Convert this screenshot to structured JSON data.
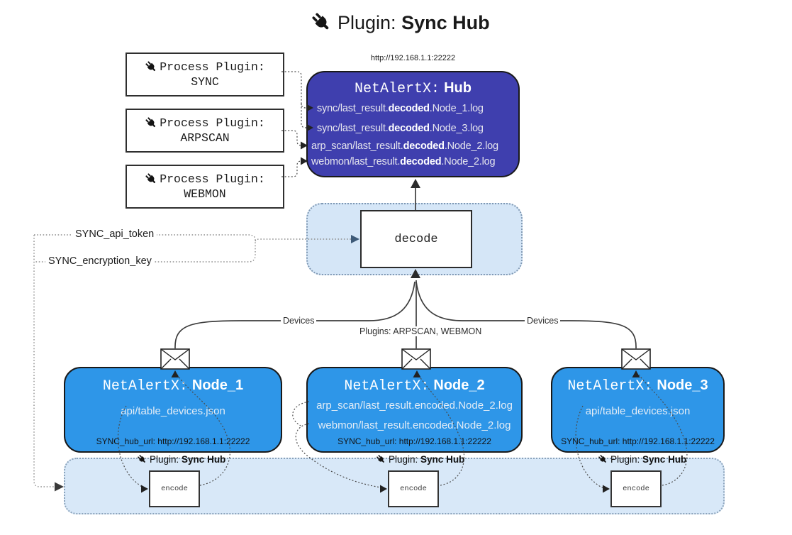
{
  "title": {
    "label": "Plugin:",
    "name": "Sync Hub"
  },
  "hub": {
    "url": "http://192.168.1.1:22222",
    "title_label": "NetAlertX:",
    "title_name": "Hub",
    "logs": [
      {
        "pre": "sync/last_result.",
        "mid": "decoded",
        "post": ".Node_1.log"
      },
      {
        "pre": "sync/last_result.",
        "mid": "decoded",
        "post": ".Node_3.log"
      },
      {
        "pre": "arp_scan/last_result.",
        "mid": "decoded",
        "post": ".Node_2.log"
      },
      {
        "pre": "webmon/last_result.",
        "mid": "decoded",
        "post": ".Node_2.log"
      }
    ]
  },
  "process_plugins": [
    {
      "label": "Process Plugin:",
      "name": "SYNC"
    },
    {
      "label": "Process Plugin:",
      "name": "ARPSCAN"
    },
    {
      "label": "Process Plugin:",
      "name": "WEBMON"
    }
  ],
  "decode": {
    "label": "decode"
  },
  "encode": {
    "label": "encode"
  },
  "config": {
    "api_token": "SYNC_api_token",
    "encryption_key": "SYNC_encryption_key"
  },
  "edge_labels": {
    "devices_left": "Devices",
    "devices_right": "Devices",
    "plugins": "Plugins: ARPSCAN, WEBMON"
  },
  "nodes": [
    {
      "title_label": "NetAlertX:",
      "title_name": "Node_1",
      "files": [
        "api/table_devices.json"
      ],
      "hub_url": "SYNC_hub_url: http://192.168.1.1:22222"
    },
    {
      "title_label": "NetAlertX:",
      "title_name": "Node_2",
      "files": [
        "arp_scan/last_result.encoded.Node_2.log",
        "webmon/last_result.encoded.Node_2.log"
      ],
      "hub_url": "SYNC_hub_url: http://192.168.1.1:22222"
    },
    {
      "title_label": "NetAlertX:",
      "title_name": "Node_3",
      "files": [
        "api/table_devices.json"
      ],
      "hub_url": "SYNC_hub_url: http://192.168.1.1:22222"
    }
  ],
  "sync_plugin_label": {
    "label": "Plugin:",
    "name": "Sync Hub"
  },
  "colors": {
    "hub": "#3f3fae",
    "node": "#2e96e8",
    "panel": "#d7e7f8"
  }
}
